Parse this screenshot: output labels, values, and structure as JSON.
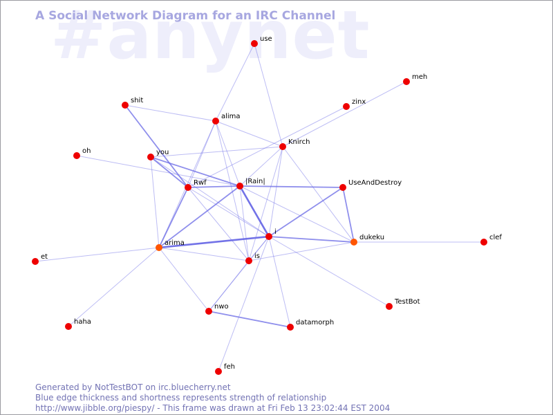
{
  "watermark": "#anynet",
  "title": "A Social Network Diagram for an IRC Channel",
  "footer": {
    "line1": "Generated by NotTestBOT on irc.bluecherry.net",
    "line2": "Blue edge thickness and shortness represents strength of relationship",
    "line3": "http://www.jibble.org/piespy/ - This frame was drawn at Fri Feb 13 23:02:44 EST 2004"
  },
  "colors": {
    "node": "#ee0000",
    "node_active": "#ff5500",
    "edge": "#6a6ae6",
    "title": "#a7a7e0",
    "watermark": "#eeeefb",
    "footer": "#7373b4"
  },
  "nodes": [
    {
      "id": "use",
      "label": "use"
    },
    {
      "id": "meh",
      "label": "meh"
    },
    {
      "id": "zinx",
      "label": "zinx"
    },
    {
      "id": "shit",
      "label": "shit"
    },
    {
      "id": "alima",
      "label": "alima"
    },
    {
      "id": "Knirch",
      "label": "Knirch"
    },
    {
      "id": "oh",
      "label": "oh"
    },
    {
      "id": "you",
      "label": "you"
    },
    {
      "id": "Rwf",
      "label": "Rwf"
    },
    {
      "id": "Rain",
      "label": "|Rain|"
    },
    {
      "id": "UseAndDestroy",
      "label": "UseAndDestroy"
    },
    {
      "id": "i",
      "label": "i"
    },
    {
      "id": "dukeku",
      "label": "dukeku",
      "active": true
    },
    {
      "id": "clef",
      "label": "clef"
    },
    {
      "id": "arima",
      "label": "arima",
      "active": true
    },
    {
      "id": "et",
      "label": "et"
    },
    {
      "id": "is",
      "label": "is"
    },
    {
      "id": "TestBot",
      "label": "TestBot"
    },
    {
      "id": "nwo",
      "label": "nwo"
    },
    {
      "id": "datamorph",
      "label": "datamorph"
    },
    {
      "id": "haha",
      "label": "haha"
    },
    {
      "id": "feh",
      "label": "feh"
    }
  ],
  "edges": [
    {
      "source": "use",
      "target": "alima",
      "weight": 1
    },
    {
      "source": "use",
      "target": "Knirch",
      "weight": 1
    },
    {
      "source": "meh",
      "target": "Knirch",
      "weight": 1
    },
    {
      "source": "zinx",
      "target": "Rwf",
      "weight": 1
    },
    {
      "source": "shit",
      "target": "alima",
      "weight": 1
    },
    {
      "source": "shit",
      "target": "Rwf",
      "weight": 2
    },
    {
      "source": "alima",
      "target": "Knirch",
      "weight": 1
    },
    {
      "source": "alima",
      "target": "Rwf",
      "weight": 1
    },
    {
      "source": "alima",
      "target": "is",
      "weight": 1
    },
    {
      "source": "alima",
      "target": "arima",
      "weight": 1
    },
    {
      "source": "alima",
      "target": "Rain",
      "weight": 1
    },
    {
      "source": "Knirch",
      "target": "you",
      "weight": 1
    },
    {
      "source": "Knirch",
      "target": "i",
      "weight": 1
    },
    {
      "source": "Knirch",
      "target": "is",
      "weight": 1
    },
    {
      "source": "Knirch",
      "target": "Rain",
      "weight": 1
    },
    {
      "source": "Knirch",
      "target": "dukeku",
      "weight": 1
    },
    {
      "source": "oh",
      "target": "Rain",
      "weight": 1
    },
    {
      "source": "you",
      "target": "Rwf",
      "weight": 2
    },
    {
      "source": "you",
      "target": "Rain",
      "weight": 2
    },
    {
      "source": "you",
      "target": "arima",
      "weight": 1
    },
    {
      "source": "you",
      "target": "i",
      "weight": 1
    },
    {
      "source": "Rwf",
      "target": "Rain",
      "weight": 2
    },
    {
      "source": "Rwf",
      "target": "i",
      "weight": 1
    },
    {
      "source": "Rwf",
      "target": "arima",
      "weight": 2
    },
    {
      "source": "Rwf",
      "target": "is",
      "weight": 1
    },
    {
      "source": "Rain",
      "target": "UseAndDestroy",
      "weight": 2
    },
    {
      "source": "Rain",
      "target": "i",
      "weight": 3
    },
    {
      "source": "Rain",
      "target": "arima",
      "weight": 2
    },
    {
      "source": "Rain",
      "target": "is",
      "weight": 1
    },
    {
      "source": "Rain",
      "target": "dukeku",
      "weight": 1
    },
    {
      "source": "UseAndDestroy",
      "target": "i",
      "weight": 2
    },
    {
      "source": "UseAndDestroy",
      "target": "dukeku",
      "weight": 2
    },
    {
      "source": "i",
      "target": "dukeku",
      "weight": 2
    },
    {
      "source": "i",
      "target": "arima",
      "weight": 3
    },
    {
      "source": "i",
      "target": "is",
      "weight": 1
    },
    {
      "source": "i",
      "target": "nwo",
      "weight": 1
    },
    {
      "source": "i",
      "target": "datamorph",
      "weight": 1
    },
    {
      "source": "i",
      "target": "TestBot",
      "weight": 1
    },
    {
      "source": "i",
      "target": "feh",
      "weight": 1
    },
    {
      "source": "dukeku",
      "target": "clef",
      "weight": 1
    },
    {
      "source": "dukeku",
      "target": "is",
      "weight": 1
    },
    {
      "source": "arima",
      "target": "is",
      "weight": 1
    },
    {
      "source": "arima",
      "target": "et",
      "weight": 1
    },
    {
      "source": "arima",
      "target": "haha",
      "weight": 1
    },
    {
      "source": "arima",
      "target": "nwo",
      "weight": 1
    },
    {
      "source": "is",
      "target": "nwo",
      "weight": 1
    },
    {
      "source": "nwo",
      "target": "datamorph",
      "weight": 2
    }
  ]
}
